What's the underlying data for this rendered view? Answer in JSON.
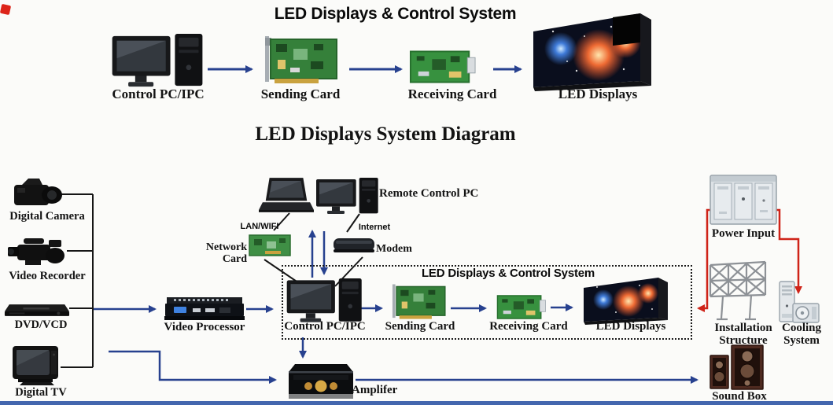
{
  "titles": {
    "top": "LED Displays & Control System",
    "main": "LED Displays System Diagram"
  },
  "top_flow": {
    "control_pc": "Control PC/IPC",
    "sending_card": "Sending Card",
    "receiving_card": "Receiving Card",
    "led_displays": "LED Displays"
  },
  "sources": {
    "digital_camera": "Digital Camera",
    "video_recorder": "Video Recorder",
    "dvd_vcd": "DVD/VCD",
    "digital_tv": "Digital TV"
  },
  "processing": {
    "video_processor": "Video Processor"
  },
  "remote": {
    "remote_control_pc": "Remote Control PC",
    "lan_wifi": "LAN/WIFI",
    "internet": "Internet",
    "network_card": "Network Card",
    "modem": "Modem"
  },
  "control_box": {
    "title": "LED Displays & Control System",
    "control_pc": "Control PC/IPC",
    "sending_card": "Sending Card",
    "receiving_card": "Receiving Card",
    "led_displays": "LED Displays"
  },
  "support": {
    "power_input": "Power Input",
    "installation_line1": "Installation",
    "installation_line2": "Structure",
    "cooling_line1": "Cooling",
    "cooling_line2": "System"
  },
  "audio": {
    "amplifier": "Amplifer",
    "sound_box": "Sound Box"
  },
  "icons": [
    "desktop-pc-icon",
    "laptop-icon",
    "sending-card-icon",
    "receiving-card-icon",
    "led-display-icon",
    "digital-camera-icon",
    "video-recorder-icon",
    "dvd-player-icon",
    "crt-tv-icon",
    "video-processor-icon",
    "network-card-icon",
    "modem-icon",
    "amplifier-icon",
    "speaker-icon",
    "power-cabinet-icon",
    "truss-structure-icon",
    "cooling-indoor-icon",
    "cooling-outdoor-icon"
  ],
  "colors": {
    "arrow_blue": "#27418f",
    "line_red": "#cf2318",
    "line_black": "#161616",
    "bottom_bar": "#4366ae",
    "board_green": "#35803a",
    "background": "#fbfbf9"
  }
}
